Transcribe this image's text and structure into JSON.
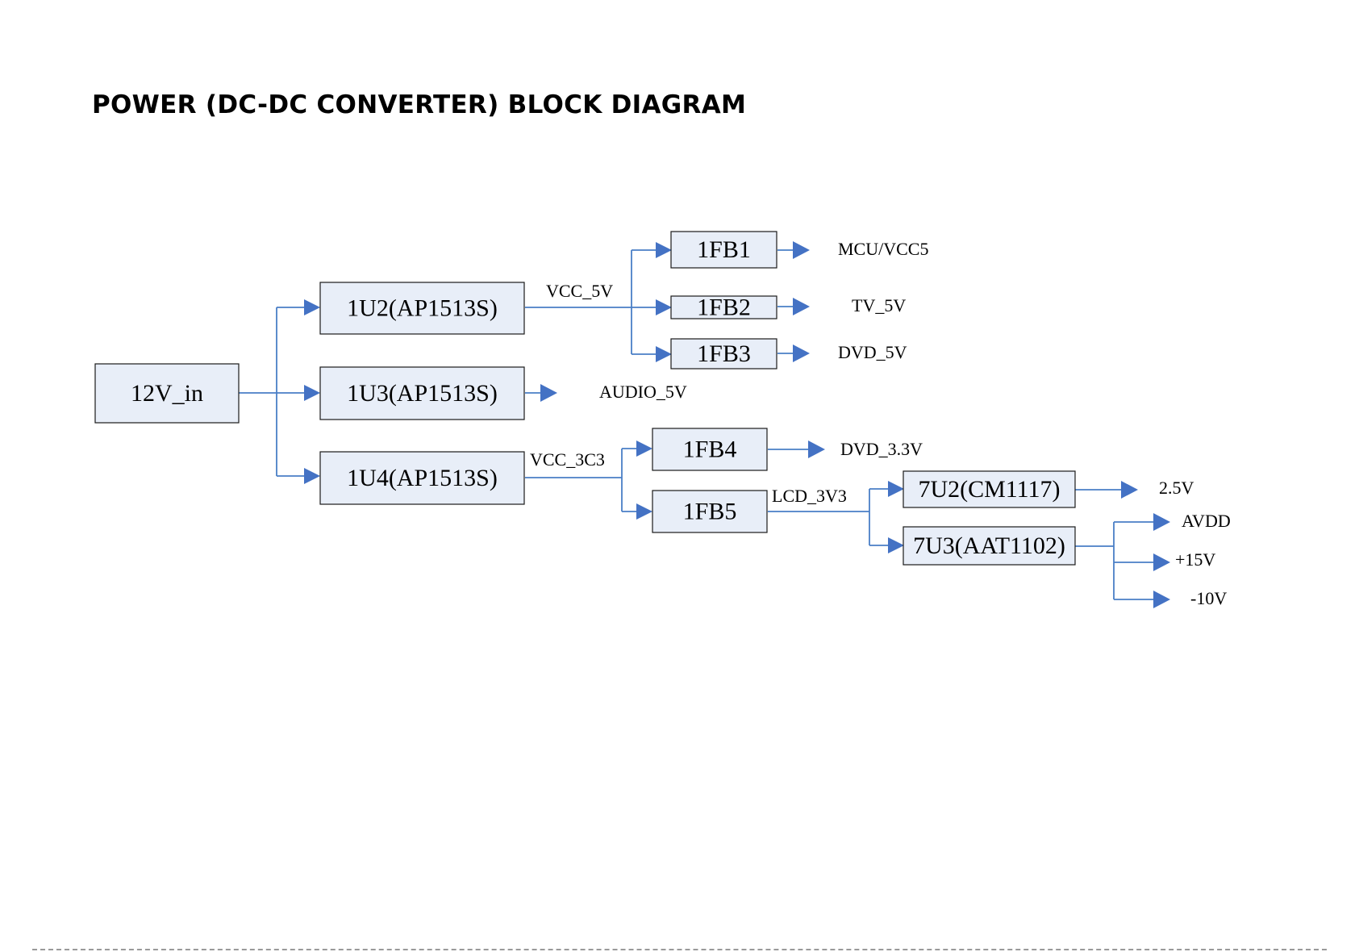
{
  "title": "POWER (DC-DC CONVERTER) BLOCK DIAGRAM",
  "colors": {
    "block_fill": "#e8eef8",
    "block_border": "#1a1a1a",
    "connector": "#4a7fc6",
    "arrowhead": "#4472c4"
  },
  "blocks": {
    "input": "12V_in",
    "u2": "1U2(AP1513S)",
    "u3": "1U3(AP1513S)",
    "u4": "1U4(AP1513S)",
    "fb1": "1FB1",
    "fb2": "1FB2",
    "fb3": "1FB3",
    "fb4": "1FB4",
    "fb5": "1FB5",
    "u7_2": "7U2(CM1117)",
    "u7_3": "7U3(AAT1102)"
  },
  "nets": {
    "vcc_5v": "VCC_5V",
    "vcc_3c3": "VCC_3C3",
    "lcd_3v3": "LCD_3V3"
  },
  "outputs": {
    "mcu_vcc5": "MCU/VCC5",
    "tv_5v": "TV_5V",
    "dvd_5v": "DVD_5V",
    "audio_5v": "AUDIO_5V",
    "dvd_3v3": "DVD_3.3V",
    "v2_5": "2.5V",
    "avdd": "AVDD",
    "p15v": "+15V",
    "m10v": "-10V"
  }
}
